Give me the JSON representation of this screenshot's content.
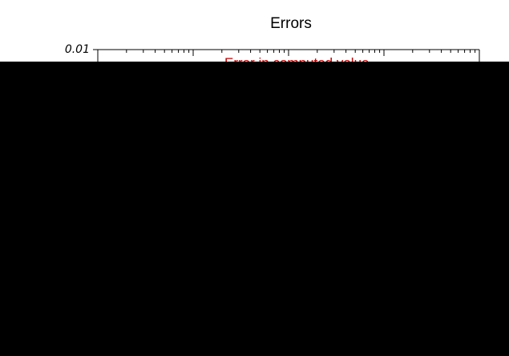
{
  "chart_data": {
    "type": "line",
    "title": "Errors",
    "y_tick_labels": [
      "0.01"
    ],
    "colors": {
      "series_color": "#c00000",
      "axis_color": "#000000",
      "occlusion_color": "#000000"
    }
  }
}
